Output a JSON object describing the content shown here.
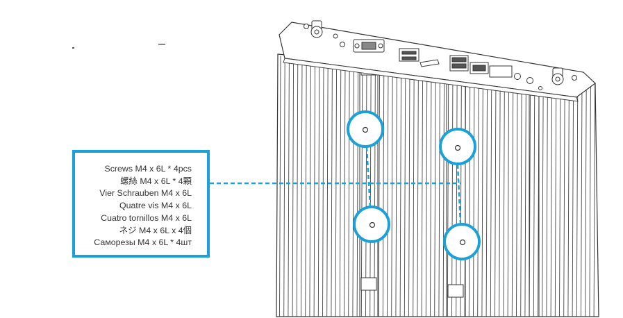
{
  "callout": {
    "lines": [
      "Screws M4 x 6L * 4pcs",
      "螺絲 M4 x 6L * 4顆",
      "Vier Schrauben M4 x 6L",
      "Quatre vis M4 x 6L",
      "Cuatro tornillos M4 x 6L",
      "ネジ M4 x 6L x 4個",
      "Саморезы M4 x 6L * 4шт"
    ]
  },
  "colors": {
    "accent": "#1ba1d8",
    "line_art": "#333333"
  },
  "icons": [
    "screw-hole-icon",
    "antenna-connector-icon",
    "serial-port-icon",
    "usb-port-icon",
    "hdmi-port-icon",
    "ethernet-port-icon"
  ]
}
